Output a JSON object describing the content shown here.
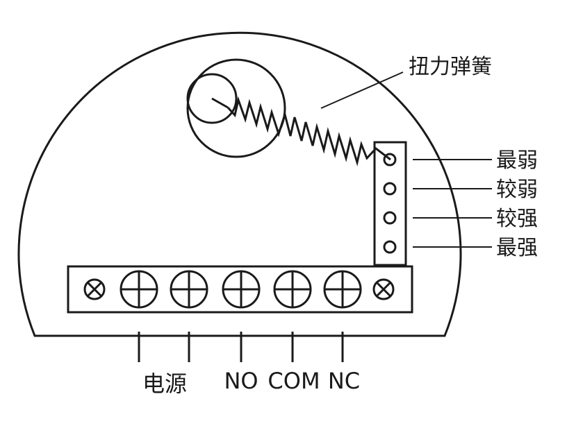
{
  "diagram": {
    "spring_label": "扭力弹簧",
    "strength_levels": [
      "最弱",
      "较弱",
      "较强",
      "最强"
    ],
    "terminals": [
      {
        "symbol": "screw-x"
      },
      {
        "symbol": "terminal-plus",
        "wire": true
      },
      {
        "symbol": "terminal-plus",
        "wire": true
      },
      {
        "symbol": "terminal-plus",
        "wire": true
      },
      {
        "symbol": "terminal-plus",
        "wire": true
      },
      {
        "symbol": "terminal-plus",
        "wire": true
      },
      {
        "symbol": "screw-x"
      }
    ],
    "terminal_labels": {
      "power": "电源",
      "no": "NO",
      "com": "COM",
      "nc": "NC"
    },
    "colors": {
      "line": "#1a1a1a",
      "background": "#ffffff"
    }
  }
}
